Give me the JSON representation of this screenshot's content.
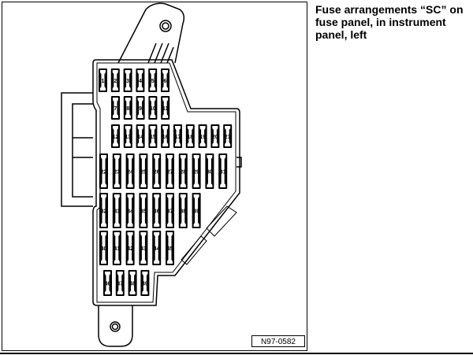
{
  "caption": "Fuse arrangements “SC” on fu­se panel, in instrument panel, left",
  "figure_id": "N97-0582",
  "fuse_rows": [
    [
      "1",
      "2",
      "3",
      "4",
      "5",
      "6"
    ],
    [
      "7",
      "8",
      "9",
      "10",
      "11"
    ],
    [
      "12",
      "13",
      "14",
      "15",
      "16",
      "17",
      "18",
      "19",
      "20",
      "21"
    ],
    [
      "22",
      "23",
      "24",
      "25",
      "26",
      "27",
      "28",
      "29",
      "30",
      "31"
    ],
    [
      "32",
      "33",
      "34",
      "35",
      "36",
      "37",
      "38",
      "39"
    ],
    [
      "40",
      "41",
      "42",
      "43",
      "44",
      "45"
    ],
    [
      "46",
      "47",
      "48",
      "49"
    ]
  ]
}
